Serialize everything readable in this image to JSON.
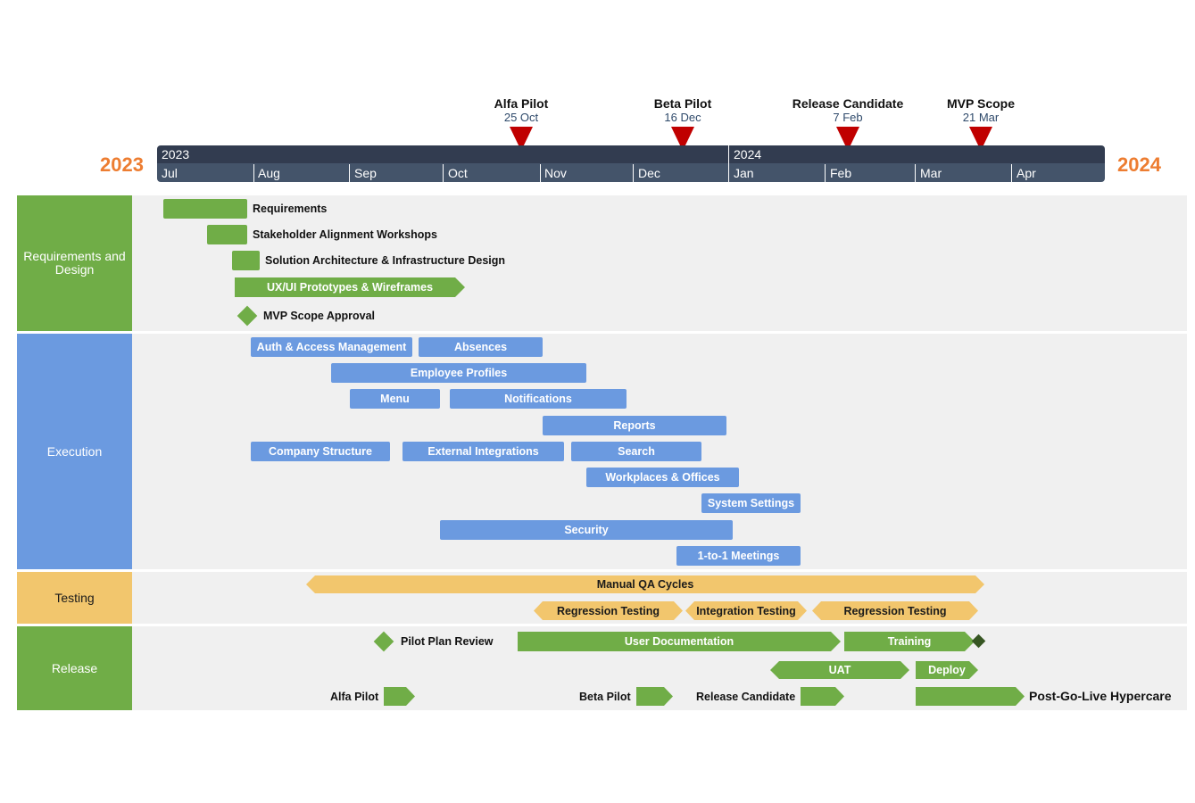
{
  "years": {
    "left": "2023",
    "right": "2024"
  },
  "timeline": {
    "year_labels": [
      "2023",
      "2024"
    ],
    "months": [
      "Jul",
      "Aug",
      "Sep",
      "Oct",
      "Nov",
      "Dec",
      "Jan",
      "Feb",
      "Mar",
      "Apr"
    ]
  },
  "milestones": [
    {
      "title": "Alfa Pilot",
      "date": "25 Oct"
    },
    {
      "title": "Beta Pilot",
      "date": "16 Dec"
    },
    {
      "title": "Release Candidate",
      "date": "7 Feb"
    },
    {
      "title": "MVP Scope",
      "date": "21 Mar"
    }
  ],
  "swimlanes": [
    {
      "label": "Requirements and Design",
      "color": "#70AD47"
    },
    {
      "label": "Execution",
      "color": "#6B9AE0"
    },
    {
      "label": "Testing",
      "color": "#F2C66D"
    },
    {
      "label": "Release",
      "color": "#70AD47"
    }
  ],
  "tasks": {
    "requirements": "Requirements",
    "stakeholder": "Stakeholder Alignment Workshops",
    "architecture": "Solution Architecture & Infrastructure Design",
    "prototypes": "UX/UI Prototypes & Wireframes",
    "mvp_approval": "MVP Scope Approval",
    "auth": "Auth & Access Management",
    "absences": "Absences",
    "employee_profiles": "Employee Profiles",
    "menu": "Menu",
    "notifications": "Notifications",
    "reports": "Reports",
    "company_structure": "Company Structure",
    "external_integrations": "External Integrations",
    "search": "Search",
    "workplaces": "Workplaces & Offices",
    "system_settings": "System Settings",
    "security": "Security",
    "meetings": "1-to-1 Meetings",
    "manual_qa": "Manual QA Cycles",
    "regression1": "Regression Testing",
    "integration_testing": "Integration Testing",
    "regression2": "Regression Testing",
    "pilot_plan_review": "Pilot Plan Review",
    "user_documentation": "User Documentation",
    "training": "Training",
    "uat": "UAT",
    "deploy": "Deploy",
    "alfa_pilot": "Alfa Pilot",
    "beta_pilot": "Beta Pilot",
    "release_candidate": "Release Candidate",
    "hypercare": "Post-Go-Live Hypercare"
  },
  "colors": {
    "green": "#70AD47",
    "blue": "#6B9AE0",
    "yellow": "#F2C66D",
    "dark_green": "#375623",
    "milestone_red": "#C00000",
    "orange": "#ED7D31",
    "navy": "#44546A"
  }
}
